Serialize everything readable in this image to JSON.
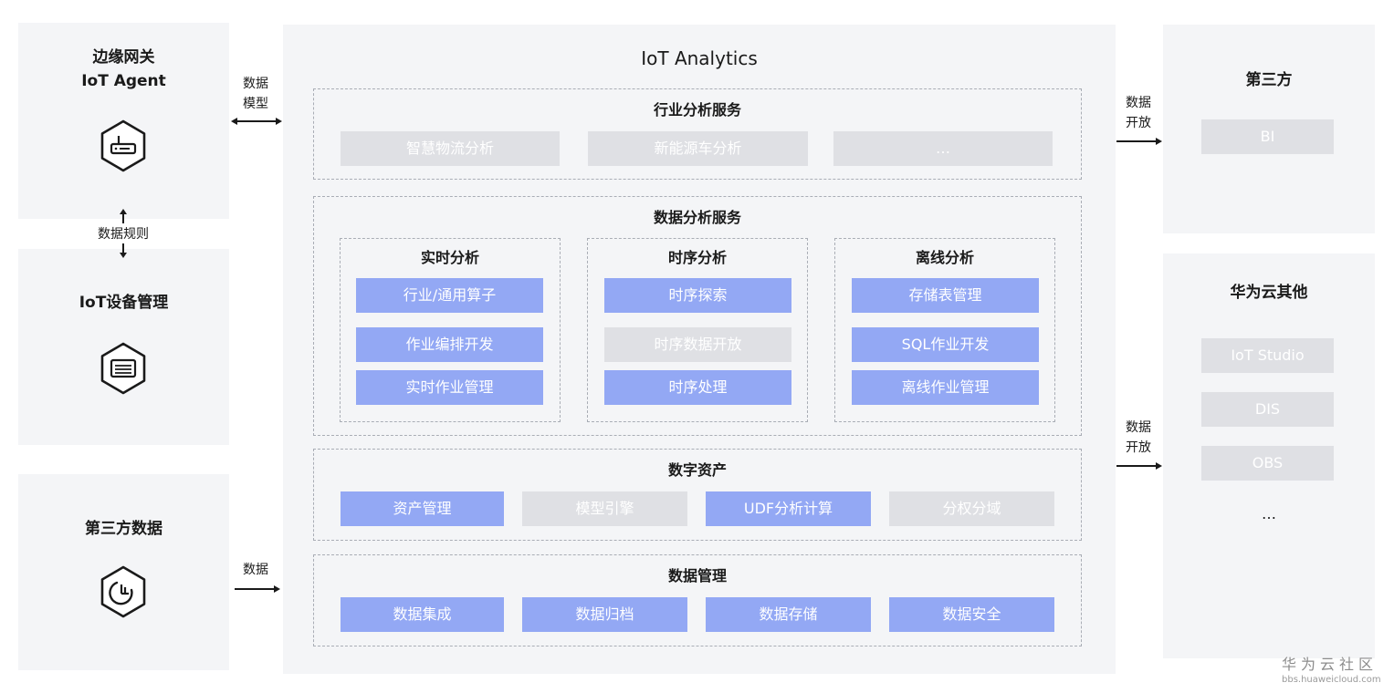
{
  "left": {
    "gateway": {
      "title_line1": "边缘网关",
      "title_line2": "IoT Agent",
      "icon": "router-icon"
    },
    "device_mgmt": {
      "title": "IoT设备管理",
      "icon": "device-server-icon"
    },
    "third_party_data": {
      "title": "第三方数据",
      "icon": "chart-gauge-icon"
    }
  },
  "edges": {
    "data_model": {
      "line1": "数据",
      "line2": "模型"
    },
    "data_rules": "数据规则",
    "data": "数据",
    "open_top": {
      "line1": "数据",
      "line2": "开放"
    },
    "open_bottom": {
      "line1": "数据",
      "line2": "开放"
    }
  },
  "center": {
    "title": "IoT Analytics",
    "industry": {
      "title": "行业分析服务",
      "items": [
        "智慧物流分析",
        "新能源车分析",
        "…"
      ]
    },
    "analysis": {
      "title": "数据分析服务",
      "realtime": {
        "title": "实时分析",
        "items": [
          "行业/通用算子",
          "作业编排开发",
          "实时作业管理"
        ]
      },
      "timeseries": {
        "title": "时序分析",
        "items": [
          "时序探索",
          "时序数据开放",
          "时序处理"
        ]
      },
      "offline": {
        "title": "离线分析",
        "items": [
          "存储表管理",
          "SQL作业开发",
          "离线作业管理"
        ]
      }
    },
    "assets": {
      "title": "数字资产",
      "items": [
        "资产管理",
        "模型引擎",
        "UDF分析计算",
        "分权分域"
      ]
    },
    "management": {
      "title": "数据管理",
      "items": [
        "数据集成",
        "数据归档",
        "数据存储",
        "数据安全"
      ]
    }
  },
  "right": {
    "third_party": {
      "title": "第三方",
      "items": [
        "BI"
      ]
    },
    "huawei_cloud": {
      "title": "华为云其他",
      "items": [
        "IoT Studio",
        "DIS",
        "OBS"
      ],
      "more": "…"
    }
  },
  "watermark": {
    "main": "华为云社区",
    "sub": "bbs.huaweicloud.com"
  },
  "colors": {
    "chip_active": "#93a8f4",
    "chip_inactive": "#dfe0e4",
    "panel_bg": "#f4f5f7"
  }
}
